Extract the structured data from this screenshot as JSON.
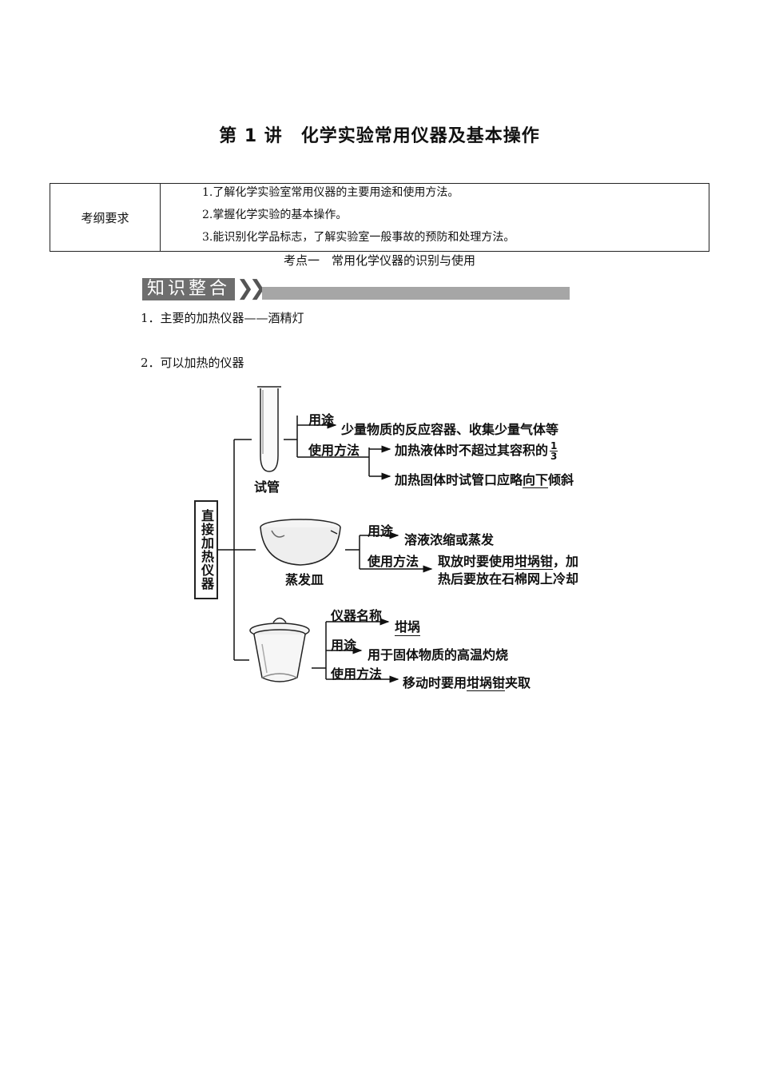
{
  "title": "第 1 讲　化学实验常用仪器及基本操作",
  "requirements": {
    "label": "考纲要求",
    "items": [
      "1.了解化学实验室常用仪器的主要用途和使用方法。",
      "2.掌握化学实验的基本操作。",
      "3.能识别化学品标志，了解实验室一般事故的预防和处理方法。"
    ]
  },
  "kaodian": "考点一　常用化学仪器的识别与使用",
  "banner": "知识整合",
  "paragraphs": {
    "p1": "1．主要的加热仪器——酒精灯",
    "p2": "2．可以加热的仪器"
  },
  "diagram": {
    "category": "直接加热仪器",
    "test_tube": {
      "name": "试管",
      "use_label": "用途",
      "use": "少量物质的反应容器、收集少量气体等",
      "method_label": "使用方法",
      "method1_prefix": "加热液体时不超过其容积的",
      "fraction_num": "1",
      "fraction_den": "3",
      "method2_prefix": "加热固体时试管口应略",
      "method2_blank": "向下",
      "method2_suffix": "倾斜"
    },
    "evaporating_dish": {
      "name": "蒸发皿",
      "use_label": "用途",
      "use": "溶液浓缩或蒸发",
      "method_label": "使用方法",
      "method_line1_prefix": "取放时要使用",
      "method_line1_blank": "坩埚钳",
      "method_line1_suffix": "，加",
      "method_line2": "热后要放在石棉网上冷却"
    },
    "crucible": {
      "name_label": "仪器名称",
      "name": "坩埚",
      "use_label": "用途",
      "use": "用于固体物质的高温灼烧",
      "method_label": "使用方法",
      "method_prefix": "移动时要用",
      "method_blank": "坩埚钳",
      "method_suffix": "夹取"
    }
  }
}
